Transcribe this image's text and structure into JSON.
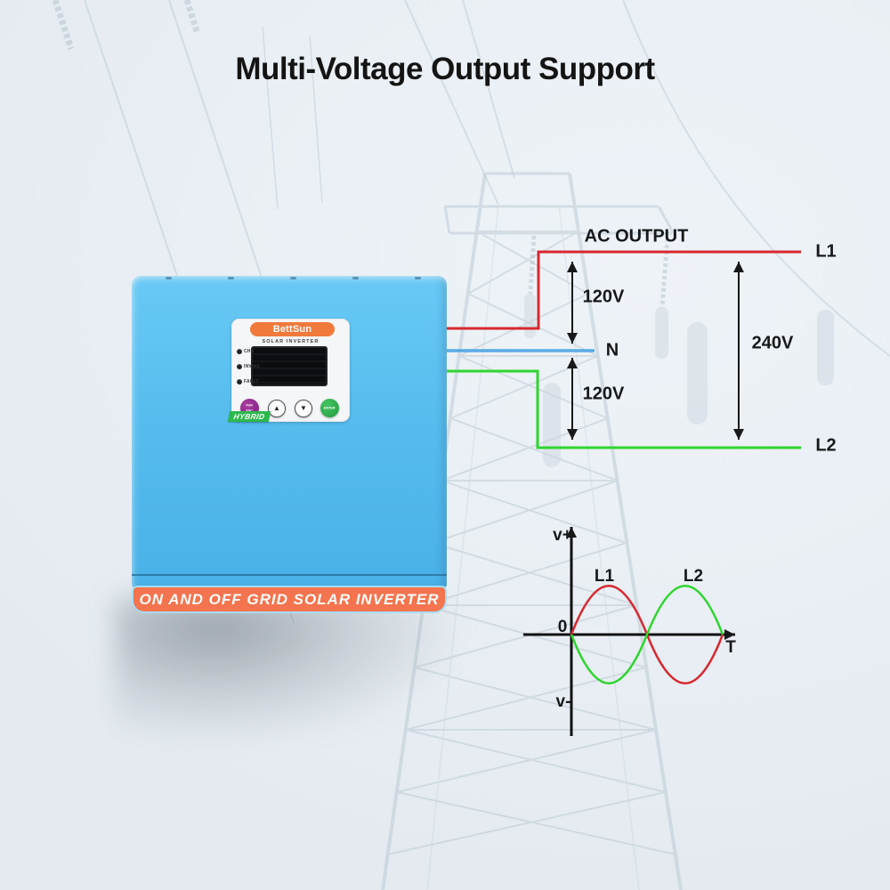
{
  "title": "Multi-Voltage Output Support",
  "inverter": {
    "brand": "BettSun",
    "panel_subtitle": "SOLAR INVERTER",
    "leds": [
      {
        "label": "CHG"
      },
      {
        "label": "INV/AC"
      },
      {
        "label": "FAULT"
      }
    ],
    "buttons": {
      "esc_top": "FUN",
      "esc_bottom": "ESC",
      "up": "▲",
      "down": "▼",
      "enter": "ENTER"
    },
    "hybrid_badge": "HYBRID",
    "bottom_banner": "ON AND OFF GRID SOLAR INVERTER"
  },
  "wiring": {
    "heading": "AC OUTPUT",
    "l1_label": "L1",
    "neutral_label": "N",
    "l2_label": "L2",
    "v_l1_n": "120V",
    "v_n_l2": "120V",
    "v_l1_l2": "240V",
    "colors": {
      "l1": "#d7282f",
      "neutral": "#5aabe6",
      "l2": "#2fd52f"
    }
  },
  "chart_data": {
    "type": "line",
    "title": "",
    "xlabel": "T",
    "y_axis_labels": {
      "positive": "v+",
      "origin": "0",
      "negative": "v-"
    },
    "x": [
      0,
      0.125,
      0.25,
      0.375,
      0.5,
      0.625,
      0.75,
      0.875,
      1
    ],
    "x_unit": "fraction of one period T",
    "series": [
      {
        "name": "L1",
        "color": "#d7282f",
        "phase_deg": 0,
        "values": [
          0,
          0.71,
          1,
          0.71,
          0,
          -0.71,
          -1,
          -0.71,
          0
        ]
      },
      {
        "name": "L2",
        "color": "#2fd52f",
        "phase_deg": 180,
        "values": [
          0,
          -0.71,
          -1,
          -0.71,
          0,
          0.71,
          1,
          0.71,
          0
        ]
      }
    ],
    "ylim_labels": [
      "v-",
      "v+"
    ],
    "grid": false,
    "legend_position": "labels-above-curves"
  },
  "colors": {
    "background": "#e9eff4",
    "inverter_blue": "#57bdee",
    "banner_orange": "#f3744e",
    "brand_orange": "#f0793c",
    "hybrid_green": "#2db84d",
    "enter_green": "#2fae4b",
    "esc_purple": "#8e2b8a",
    "text_black": "#141414"
  }
}
